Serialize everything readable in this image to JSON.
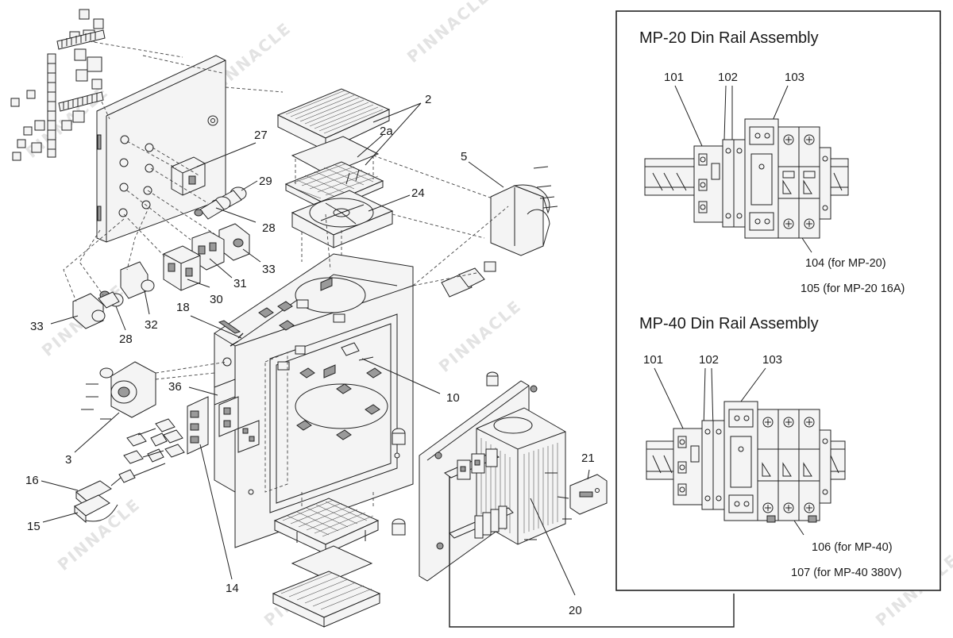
{
  "watermark": "PINNACLE",
  "inset_mp20": {
    "title": "MP-20 Din Rail Assembly",
    "labels": {
      "l101": "101",
      "l102": "102",
      "l103": "103"
    },
    "notes": {
      "n104": "104  (for MP-20)",
      "n105": "105  (for MP-20 16A)"
    }
  },
  "inset_mp40": {
    "title": "MP-40 Din Rail Assembly",
    "labels": {
      "l101": "101",
      "l102": "102",
      "l103": "103"
    },
    "notes": {
      "n106": "106  (for MP-40)",
      "n107": "107  (for MP-40 380V)"
    }
  },
  "callouts": {
    "c2": "2",
    "c2a": "2a",
    "c24": "24",
    "c5": "5",
    "c27": "27",
    "c29": "29",
    "c28a": "28",
    "c33a": "33",
    "c31": "31",
    "c30": "30",
    "c32": "32",
    "c33b": "33",
    "c28b": "28",
    "c18": "18",
    "c36": "36",
    "c10": "10",
    "c3": "3",
    "c16": "16",
    "c15": "15",
    "c14": "14",
    "c21": "21",
    "c20": "20"
  },
  "colors": {
    "line": "#222222",
    "fill": "#f4f4f4",
    "shade": "#9a9a9a",
    "watermark": "#e3e3e3"
  }
}
